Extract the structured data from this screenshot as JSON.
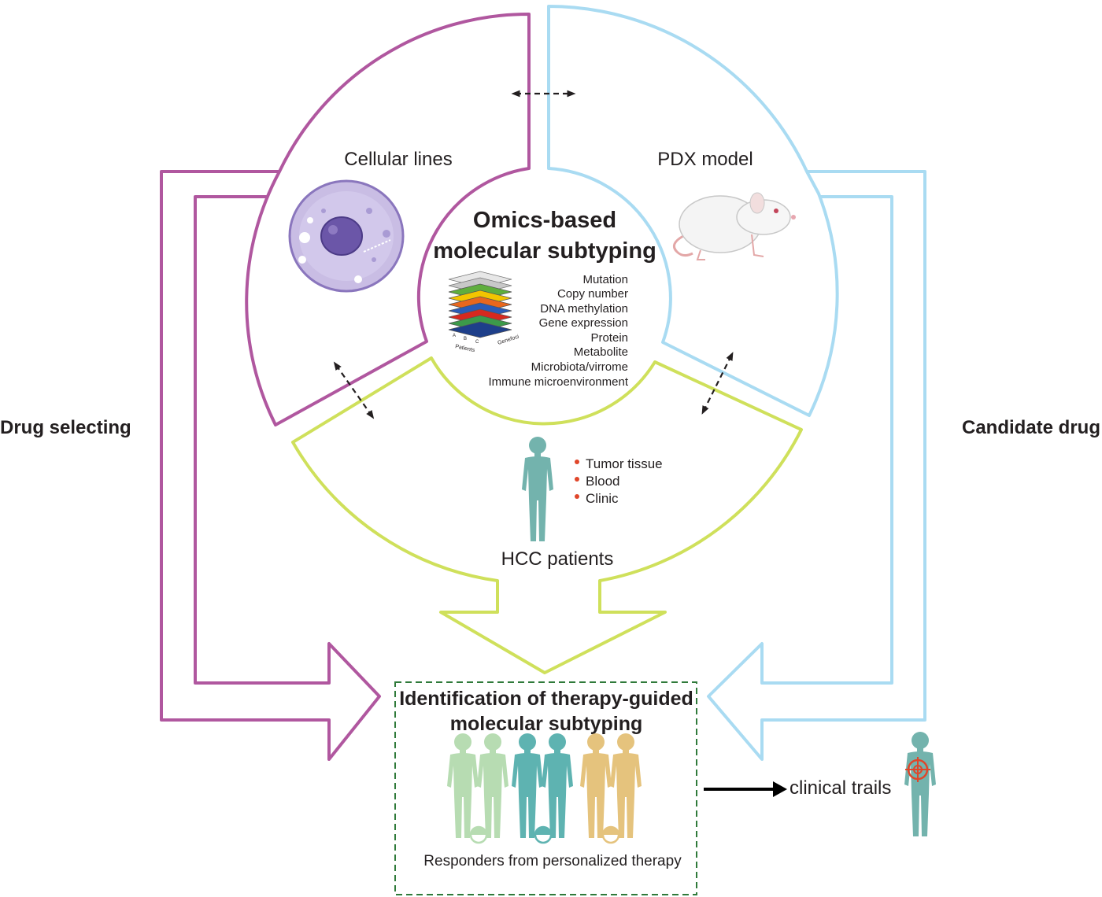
{
  "models": {
    "cell_lines": "Cellular lines",
    "pdx": "PDX model"
  },
  "center": {
    "title_line1": "Omics-based",
    "title_line2": "molecular subtyping",
    "omics": [
      "Mutation",
      "Copy number",
      "DNA methylation",
      "Gene expression",
      "Protein",
      "Metabolite",
      "Microbiota/virrome",
      "Immune microenvironment"
    ],
    "figure_labels": {
      "patients": "Patients",
      "genefoci": "Genefoci",
      "a": "A",
      "b": "B",
      "c": "C"
    }
  },
  "patients": {
    "label": "HCC patients",
    "samples": [
      "Tumor tissue",
      "Blood",
      "Clinic"
    ]
  },
  "side": {
    "left": "Drug selecting",
    "right": "Candidate drug"
  },
  "result": {
    "title_line1": "Identification of therapy-guided",
    "title_line2": "molecular subtyping",
    "caption": "Responders from personalized therapy"
  },
  "trials": "clinical trails",
  "colors": {
    "cell_lines": "#b0579f",
    "pdx": "#a9dbf2",
    "patients": "#cfe05b",
    "group1": "#b7dcb2",
    "group2": "#5eb3b1",
    "group3": "#e5c37d",
    "human": "#73b3ad",
    "dashed_box": "#2f7a3a",
    "sample_dot": "#e0462a"
  }
}
